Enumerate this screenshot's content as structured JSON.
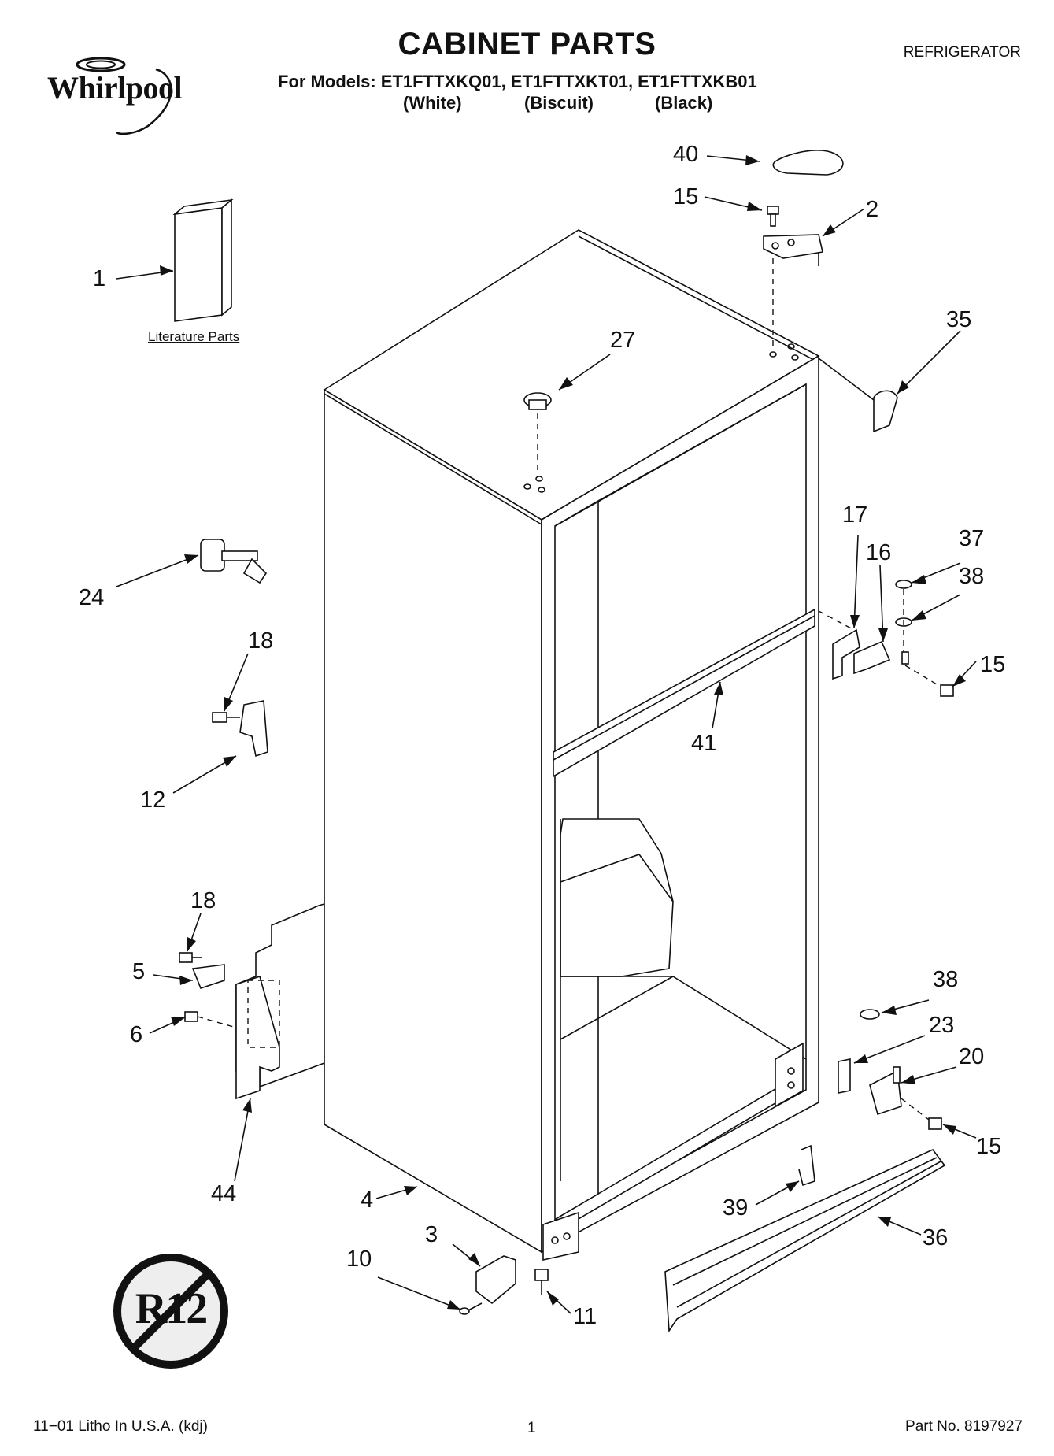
{
  "header": {
    "brand": "Whirlpool",
    "title": "CABINET PARTS",
    "product": "REFRIGERATOR",
    "models_line": "For Models: ET1FTTXKQ01, ET1FTTXKT01, ET1FTTXKB01",
    "colors": [
      "(White)",
      "(Biscuit)",
      "(Black)"
    ]
  },
  "literature_label": "Literature Parts",
  "callouts": [
    "40",
    "15",
    "2",
    "1",
    "27",
    "35",
    "17",
    "16",
    "37",
    "38",
    "24",
    "18",
    "15",
    "41",
    "12",
    "18",
    "5",
    "6",
    "38",
    "23",
    "20",
    "44",
    "4",
    "15",
    "39",
    "36",
    "3",
    "10",
    "11"
  ],
  "badge": {
    "text": "R12"
  },
  "footer": {
    "left": "11−01 Litho In U.S.A. (kdj)",
    "page": "1",
    "right": "Part No. 8197927"
  }
}
